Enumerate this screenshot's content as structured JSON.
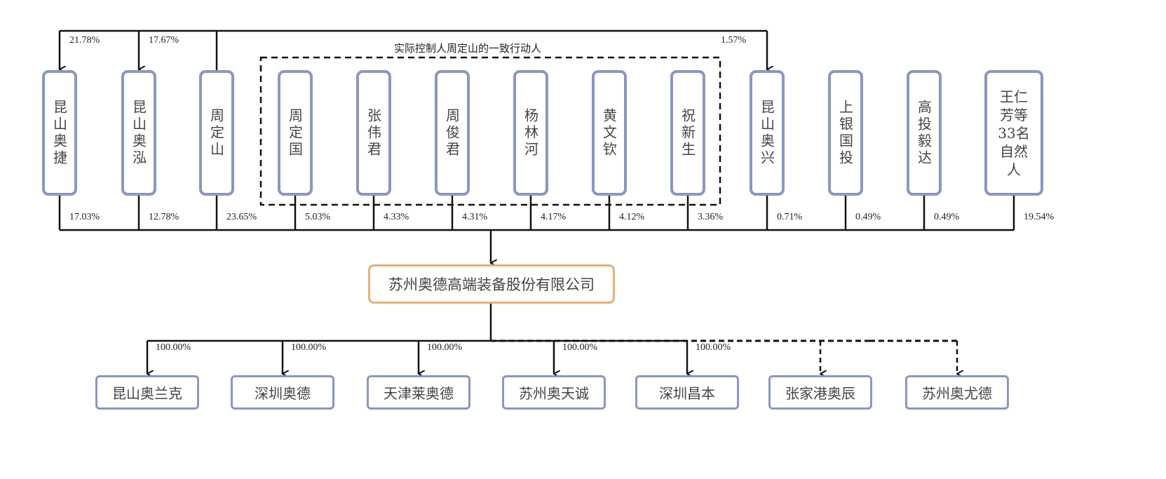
{
  "group_label": "实际控制人周定山的一致行动人",
  "shareholders": [
    {
      "name": "昆山奥捷",
      "stake": "17.03%",
      "holds_in": "21.78%"
    },
    {
      "name": "昆山奥泓",
      "stake": "12.78%",
      "holds_in": "17.67%"
    },
    {
      "name": "周定山",
      "stake": "23.65%"
    },
    {
      "name": "周定国",
      "stake": "5.03%"
    },
    {
      "name": "张伟君",
      "stake": "4.33%"
    },
    {
      "name": "周俊君",
      "stake": "4.31%"
    },
    {
      "name": "杨林河",
      "stake": "4.17%"
    },
    {
      "name": "黄文钦",
      "stake": "4.12%"
    },
    {
      "name": "祝新生",
      "stake": "3.36%"
    },
    {
      "name": "昆山奥兴",
      "stake": "0.71%",
      "holds_in": "1.57%"
    },
    {
      "name": "上银国投",
      "stake": "0.49%"
    },
    {
      "name": "高投毅达",
      "stake": "0.49%"
    },
    {
      "name": "王仁芳等33名自然人",
      "stake": "19.54%"
    }
  ],
  "company": "苏州奥德高端装备股份有限公司",
  "subsidiaries": [
    {
      "name": "昆山奥兰克",
      "stake": "100.00%",
      "line": "solid"
    },
    {
      "name": "深圳奥德",
      "stake": "100.00%",
      "line": "solid"
    },
    {
      "name": "天津莱奥德",
      "stake": "100.00%",
      "line": "solid"
    },
    {
      "name": "苏州奥天诚",
      "stake": "100.00%",
      "line": "solid"
    },
    {
      "name": "深圳昌本",
      "stake": "100.00%",
      "line": "solid"
    },
    {
      "name": "张家港奥辰",
      "line": "dashed"
    },
    {
      "name": "苏州奥尤德",
      "line": "dashed"
    }
  ],
  "colors": {
    "shareholder_border": "#8a96c6",
    "company_border": "#e6b272",
    "line": "#111111"
  }
}
